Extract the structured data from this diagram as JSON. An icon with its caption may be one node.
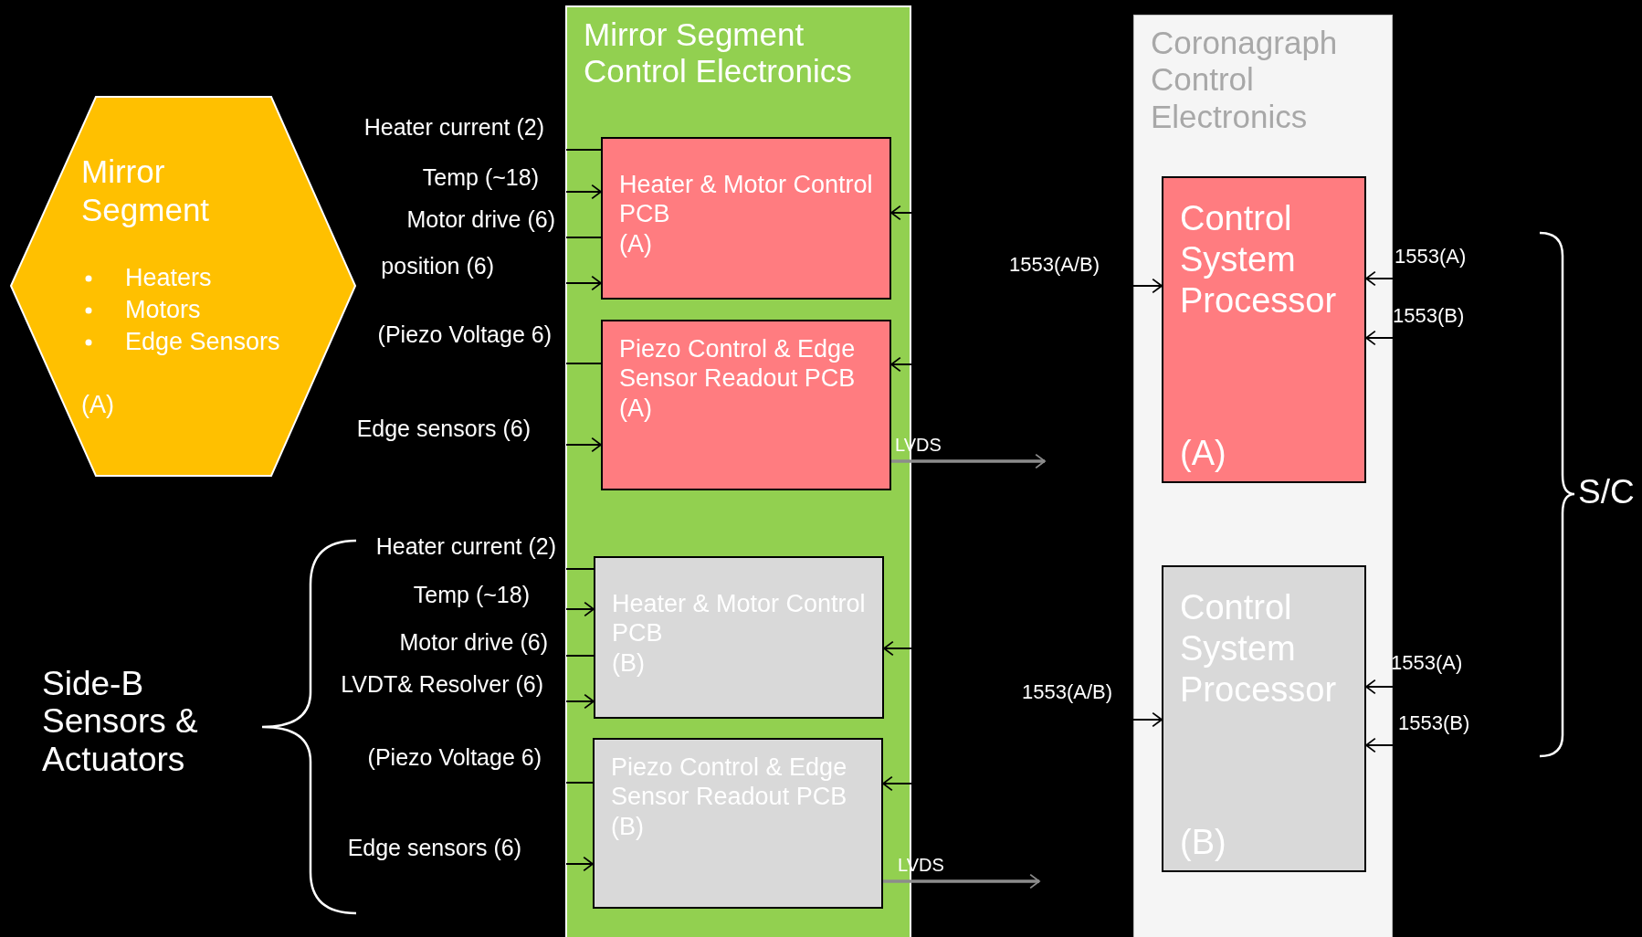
{
  "diagram": {
    "nodes": [
      {
        "text": [
          "Mirror Segment",
          "Heaters",
          "Motors",
          "Edge Sensors",
          "(A)"
        ]
      },
      {
        "text": [
          "Mirror Segment Control Electronics"
        ]
      },
      {
        "text": [
          "Heater & Motor Control PCB",
          "(A)"
        ],
        "in": 1
      },
      {
        "text": [
          "Piezo Control & Edge Sensor Readout PCB",
          "(A)"
        ],
        "in": 1
      },
      {
        "text": [
          "Heater & Motor Control PCB",
          "(B)"
        ],
        "in": 1
      },
      {
        "text": [
          "Piezo Control & Edge Sensor Readout PCB",
          "(B)"
        ],
        "in": 1
      },
      {
        "text": [
          "Coronagraph Control Electronics"
        ]
      },
      {
        "text": [
          "Control System Processor",
          "(A)"
        ],
        "in": 6
      },
      {
        "text": [
          "Control System Processor",
          "(B)"
        ],
        "in": 6
      }
    ],
    "edges": [
      {
        "from": null,
        "to": 2,
        "arrow": "none",
        "label": "Heater current (2)"
      },
      {
        "from": null,
        "to": 2,
        "arrow": "to",
        "label": "Temp (~18)"
      },
      {
        "from": null,
        "to": 2,
        "arrow": "none",
        "label": "Motor drive (6)"
      },
      {
        "from": null,
        "to": 2,
        "arrow": "to",
        "label": "position (6)"
      },
      {
        "from": null,
        "to": 3,
        "arrow": "none",
        "label": "(Piezo Voltage 6)"
      },
      {
        "from": null,
        "to": 3,
        "arrow": "to",
        "label": "Edge sensors (6)"
      },
      {
        "from": null,
        "to": 2,
        "arrow": "to"
      },
      {
        "from": null,
        "to": 3,
        "arrow": "to"
      },
      {
        "from": 3,
        "to": null,
        "arrow": "to",
        "label": "LVDS",
        "color": "#8c8c8c"
      },
      {
        "from": null,
        "to": 4,
        "arrow": "none",
        "label": "Heater current (2)"
      },
      {
        "from": null,
        "to": 4,
        "arrow": "to",
        "label": "Temp (~18)"
      },
      {
        "from": null,
        "to": 4,
        "arrow": "none",
        "label": "Motor drive (6)"
      },
      {
        "from": null,
        "to": 4,
        "arrow": "to",
        "label": "LVDT& Resolver (6)"
      },
      {
        "from": null,
        "to": 5,
        "arrow": "none",
        "label": "(Piezo Voltage 6)"
      },
      {
        "from": null,
        "to": 5,
        "arrow": "to",
        "label": "Edge sensors (6)"
      },
      {
        "from": null,
        "to": 4,
        "arrow": "to"
      },
      {
        "from": null,
        "to": 5,
        "arrow": "to"
      },
      {
        "from": 5,
        "to": null,
        "arrow": "to",
        "label": "LVDS",
        "color": "#8c8c8c"
      },
      {
        "from": null,
        "to": 7,
        "arrow": "to",
        "label": "1553(A/B)"
      },
      {
        "from": null,
        "to": 7,
        "arrow": "to",
        "label": "1553(A)"
      },
      {
        "from": null,
        "to": 7,
        "arrow": "to",
        "label": "1553(B)"
      },
      {
        "from": null,
        "to": 8,
        "arrow": "to",
        "label": "1553(A/B)"
      },
      {
        "from": null,
        "to": 8,
        "arrow": "to",
        "label": "1553(A)"
      },
      {
        "from": null,
        "to": 8,
        "arrow": "to",
        "label": "1553(B)"
      }
    ],
    "labels": [
      "Side-B Sensors & Actuators",
      "S/C"
    ]
  }
}
